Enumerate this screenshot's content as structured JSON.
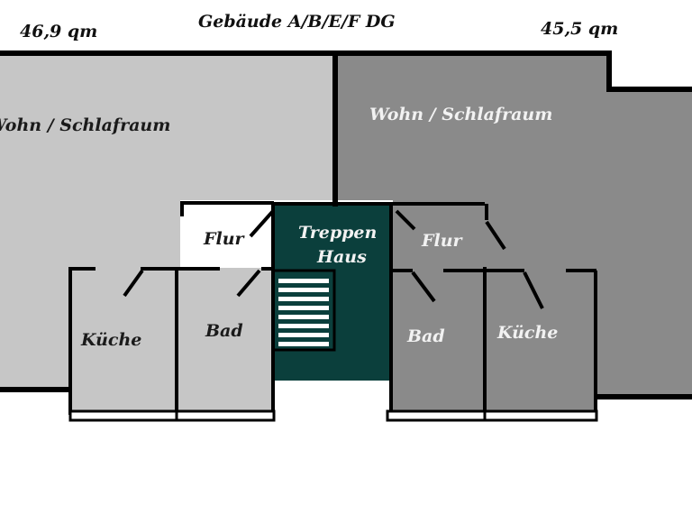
{
  "header": {
    "title": "Gebäude A/B/E/F  DG",
    "area_left": "46,9 qm",
    "area_right": "45,5 qm"
  },
  "rooms": {
    "left": {
      "living": "Wohn / Schlafraum",
      "hall": "Flur",
      "kitchen": "Küche",
      "bath": "Bad"
    },
    "stairs": {
      "line1": "Treppen",
      "line2": "Haus"
    },
    "right": {
      "living": "Wohn / Schlafraum",
      "hall": "Flur",
      "kitchen": "Küche",
      "bath": "Bad"
    }
  },
  "colors": {
    "left_unit": "#c6c6c6",
    "right_unit": "#8a8a8a",
    "stairwell": "#0b3f3c",
    "walls": "#000000"
  }
}
